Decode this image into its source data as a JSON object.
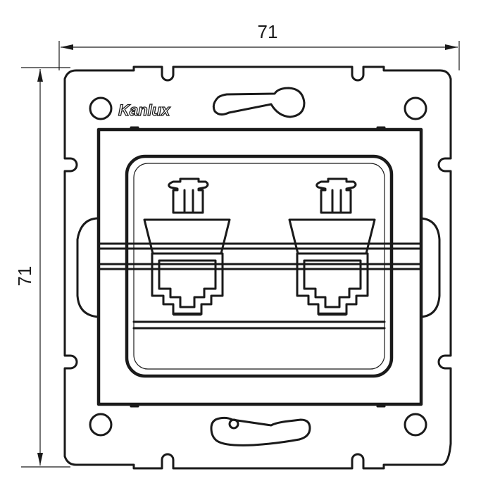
{
  "dimensions": {
    "width": "71",
    "height": "71"
  },
  "brand": {
    "logo_text": "Kanlux"
  },
  "colors": {
    "stroke": "#1a1a1a",
    "background": "#ffffff"
  }
}
